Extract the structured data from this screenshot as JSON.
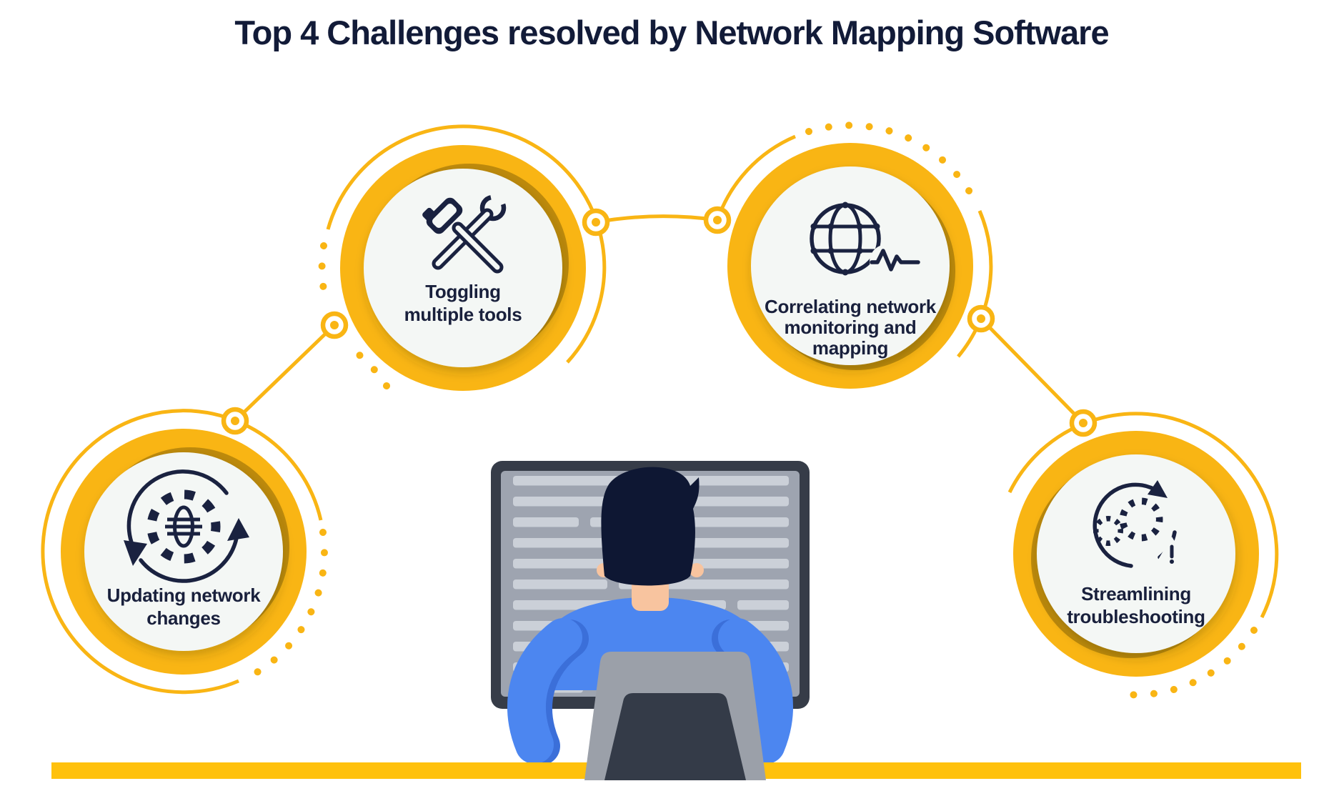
{
  "title": "Top 4 Challenges resolved by Network Mapping Software",
  "challenges": [
    {
      "label_lines": [
        "Updating network",
        "changes"
      ],
      "icon": "sync-gear-globe-icon"
    },
    {
      "label_lines": [
        "Toggling",
        "multiple tools"
      ],
      "icon": "hammer-wrench-icon"
    },
    {
      "label_lines": [
        "Correlating network",
        "monitoring and",
        "mapping"
      ],
      "icon": "globe-monitoring-icon"
    },
    {
      "label_lines": [
        "Streamlining",
        "troubleshooting"
      ],
      "icon": "gears-alert-icon"
    }
  ],
  "colors": {
    "gold": "#F9B514",
    "gold_dark": "#BD8A0C",
    "desk": "#FFC10D",
    "circle_bg": "#F4F7F5",
    "navy": "#1A2240",
    "text": "#19203C",
    "title": "#121B38",
    "monitor_frame": "#363C48",
    "screen": "#9EA4B0",
    "screen_bar": "#CBD0D8",
    "hair": "#0E1733",
    "skin": "#F8C49F",
    "shirt": "#4C86F0",
    "shirt_shade": "#3B6FD9",
    "chair": "#9BA0A9",
    "chair_dark": "#343B48"
  },
  "illustration": {
    "screen_rows": [
      [
        [
          17,
          158
        ],
        [
          191,
          212
        ]
      ],
      [
        [
          17,
          386
        ]
      ],
      [
        [
          17,
          92
        ],
        [
          125,
          278
        ]
      ],
      [
        [
          17,
          386
        ]
      ],
      [
        [
          17,
          386
        ]
      ],
      [
        [
          17,
          132
        ],
        [
          165,
          238
        ]
      ],
      [
        [
          17,
          298
        ],
        [
          331,
          72
        ]
      ],
      [
        [
          17,
          58
        ],
        [
          91,
          312
        ]
      ],
      [
        [
          17,
          386
        ]
      ],
      [
        [
          17,
          122
        ],
        [
          155,
          248
        ]
      ],
      [
        [
          17,
          98
        ]
      ]
    ]
  }
}
